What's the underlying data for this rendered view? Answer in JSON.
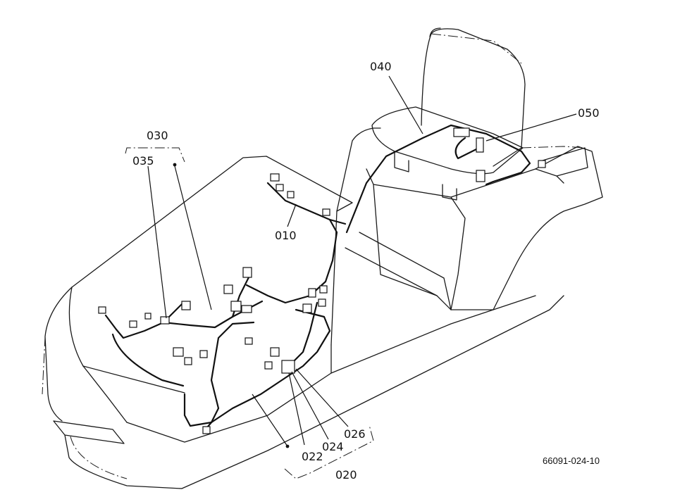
{
  "labels": {
    "p010": "010",
    "p020": "020",
    "p022": "022",
    "p024": "024",
    "p026": "026",
    "p030": "030",
    "p035": "035",
    "p040": "040",
    "p050": "050"
  },
  "figure_ref": "66091-024-10"
}
